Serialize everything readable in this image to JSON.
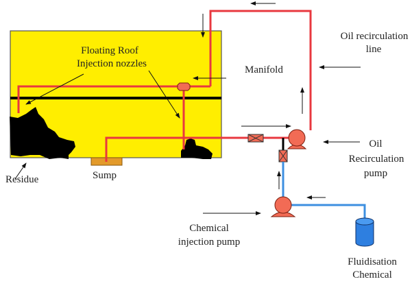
{
  "diagram": {
    "type": "process-schematic",
    "colors": {
      "tank_fill": "#FFEE00",
      "tank_border": "#555555",
      "oil_pipe": "#E8383F",
      "chemical_pipe": "#3D8FE0",
      "pump_fill": "#F26B55",
      "residue": "#000000",
      "sump": "#E39A2A",
      "chemical_drum": "#2E7FE0"
    },
    "labels": {
      "floating_roof_line1": "Floating Roof",
      "floating_roof_line2": "Injection nozzles",
      "manifold": "Manifold",
      "oil_recirc_line_line1": "Oil recirculation",
      "oil_recirc_line_line2": "line",
      "oil_pump_line1": "Oil",
      "oil_pump_line2": "Recirculation",
      "oil_pump_line3": "pump",
      "residue": "Residue",
      "sump": "Sump",
      "chem_pump_line1": "Chemical",
      "chem_pump_line2": "injection pump",
      "chem_drum_line1": "Fluidisation",
      "chem_drum_line2": "Chemical"
    },
    "nodes": [
      {
        "id": "tank",
        "name": "Storage tank"
      },
      {
        "id": "floating-roof",
        "name": "Floating roof"
      },
      {
        "id": "nozzles",
        "name": "Injection nozzles"
      },
      {
        "id": "manifold",
        "name": "Manifold"
      },
      {
        "id": "sump",
        "name": "Sump"
      },
      {
        "id": "residue",
        "name": "Residue"
      },
      {
        "id": "oil-pump",
        "name": "Oil recirculation pump"
      },
      {
        "id": "chem-pump",
        "name": "Chemical injection pump"
      },
      {
        "id": "chem-drum",
        "name": "Fluidisation chemical"
      },
      {
        "id": "valve-oil",
        "name": "Valve on oil line"
      },
      {
        "id": "valve-chem",
        "name": "Valve on chemical line"
      }
    ],
    "flows": [
      {
        "from": "sump",
        "to": "oil-pump",
        "direction": "right"
      },
      {
        "from": "oil-pump",
        "to": "manifold",
        "via": "oil recirculation line",
        "direction": "up-left-down"
      },
      {
        "from": "chem-drum",
        "to": "chem-pump",
        "direction": "left"
      },
      {
        "from": "chem-pump",
        "to": "oil-pump-suction",
        "direction": "up"
      }
    ]
  }
}
